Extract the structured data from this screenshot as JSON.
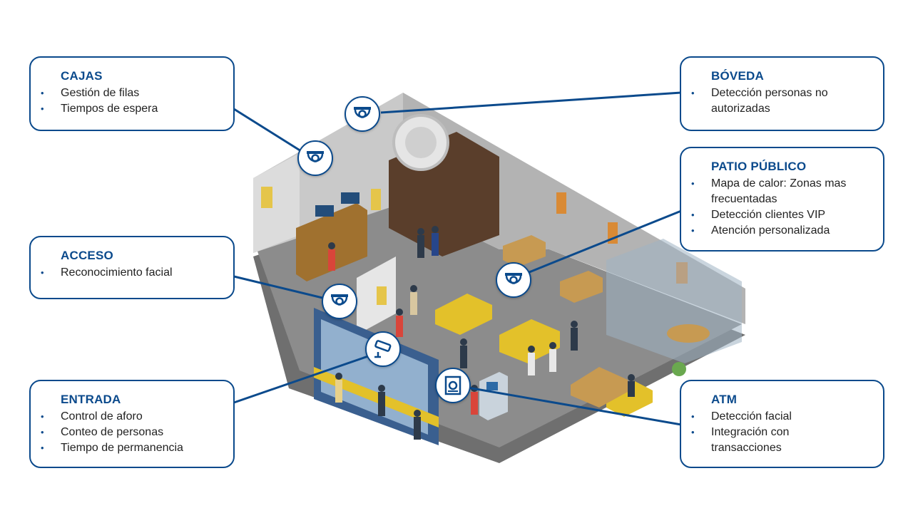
{
  "colors": {
    "accent": "#0b4a8c",
    "floor": "#8a8a8a",
    "wall": "#b9b9b9",
    "sofa": "#e3c12a"
  },
  "callouts": {
    "cajas": {
      "title": "CAJAS",
      "items": [
        "Gestión de filas",
        "Tiempos de espera"
      ],
      "icon": "dome-camera-icon"
    },
    "acceso": {
      "title": "ACCESO",
      "items": [
        "Reconocimiento facial"
      ],
      "icon": "dome-camera-icon"
    },
    "entrada": {
      "title": "ENTRADA",
      "items": [
        "Control de aforo",
        "Conteo de personas",
        "Tiempo de permanencia"
      ],
      "icon": "bullet-camera-icon"
    },
    "boveda": {
      "title": "BÓVEDA",
      "items": [
        "Detección personas no",
        "autorizadas"
      ],
      "icon": "dome-camera-icon"
    },
    "patio": {
      "title": "PATIO PÚBLICO",
      "items": [
        "Mapa de calor: Zonas mas",
        "frecuentadas",
        "Detección clientes VIP",
        "Atención personalizada"
      ],
      "icon": "dome-camera-icon"
    },
    "atm": {
      "title": "ATM",
      "items": [
        "Detección facial",
        "Integración con",
        "transacciones"
      ],
      "icon": "atm-camera-icon"
    }
  }
}
